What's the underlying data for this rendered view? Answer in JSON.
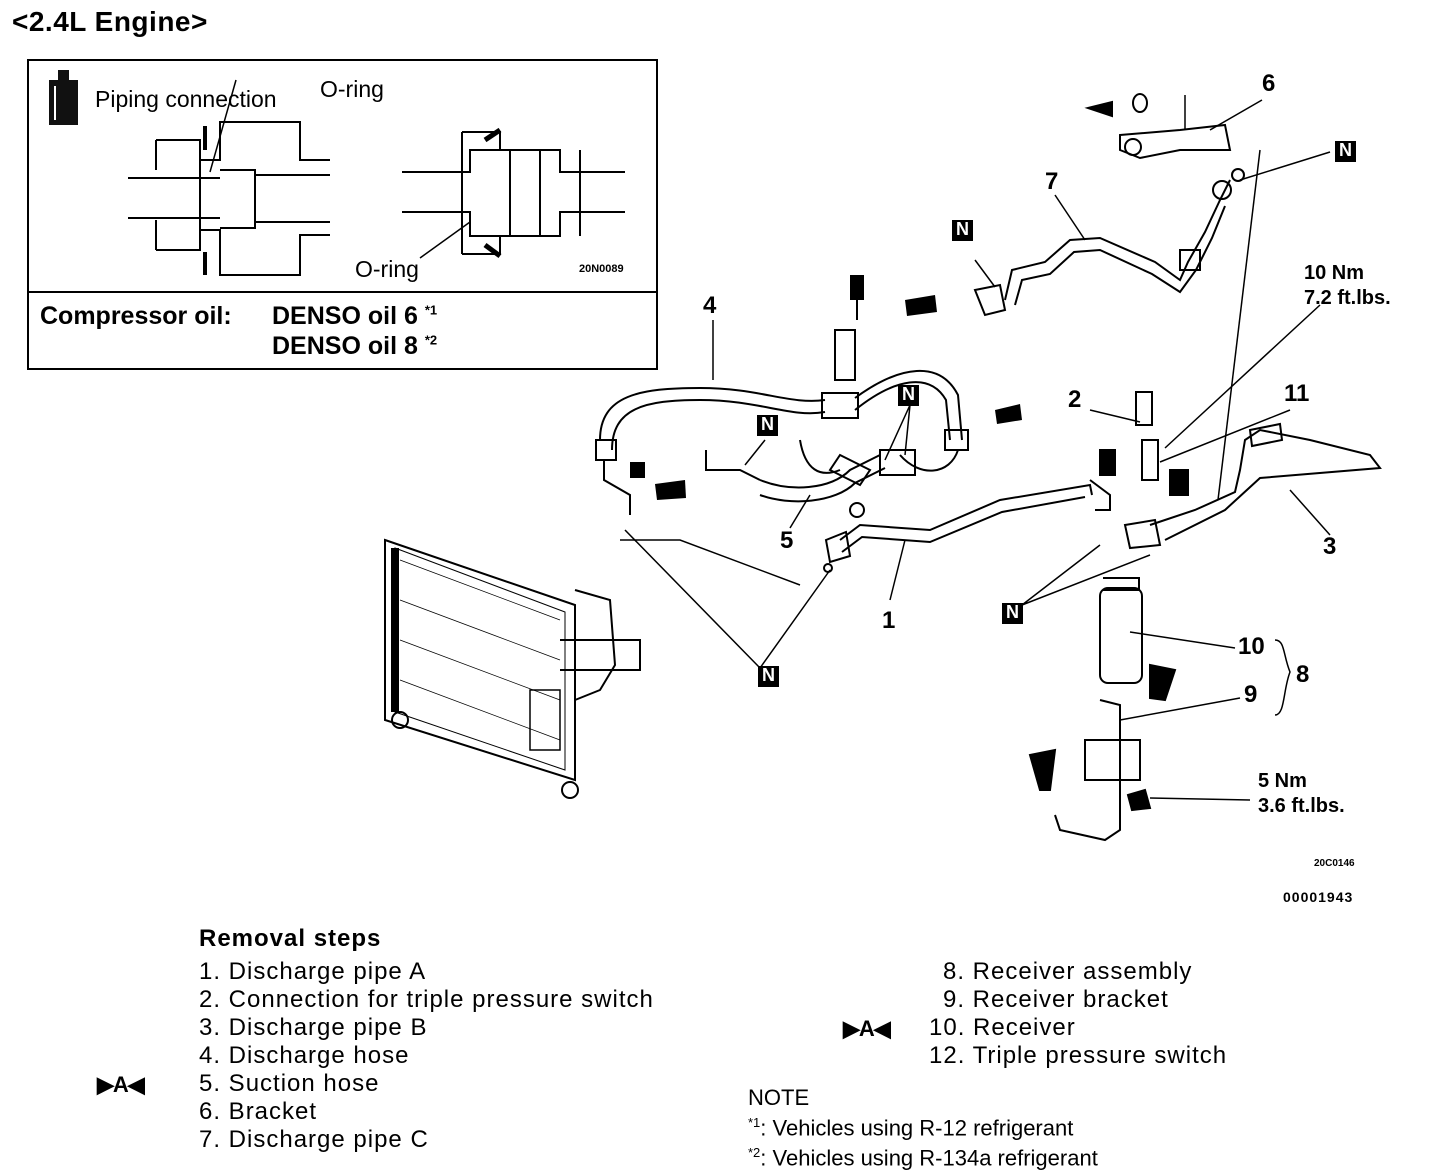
{
  "title": "<2.4L Engine>",
  "inset": {
    "piping_label": "Piping connection",
    "oring_top": "O-ring",
    "oring_bottom": "O-ring",
    "code": "20N0089",
    "oil_label": "Compressor oil:",
    "oil1": "DENSO oil 6",
    "oil1_mark": "*1",
    "oil2": "DENSO oil 8",
    "oil2_mark": "*2"
  },
  "callouts": {
    "n": "N",
    "c1": "1",
    "c2": "2",
    "c3": "3",
    "c4": "4",
    "c5": "5",
    "c6": "6",
    "c7": "7",
    "c8": "8",
    "c9": "9",
    "c10": "10",
    "c11": "11",
    "torque1_a": "10 Nm",
    "torque1_b": "7.2 ft.lbs.",
    "torque2_a": "5 Nm",
    "torque2_b": "3.6 ft.lbs.",
    "code1": "20C0146",
    "code2": "00001943"
  },
  "removal": {
    "heading": "Removal steps",
    "marker": "▶A◀",
    "left": [
      "1. Discharge pipe A",
      "2. Connection for triple pressure switch",
      "3. Discharge pipe B",
      "4. Discharge hose",
      "5. Suction hose",
      "6. Bracket",
      "7. Discharge pipe C"
    ],
    "right": [
      "8. Receiver assembly",
      "9. Receiver bracket",
      "10. Receiver",
      "12. Triple pressure switch"
    ]
  },
  "note": {
    "heading": "NOTE",
    "n1_mark": "*1",
    "n1": ": Vehicles using R-12 refrigerant",
    "n2_mark": "*2",
    "n2": ": Vehicles using R-134a refrigerant"
  }
}
